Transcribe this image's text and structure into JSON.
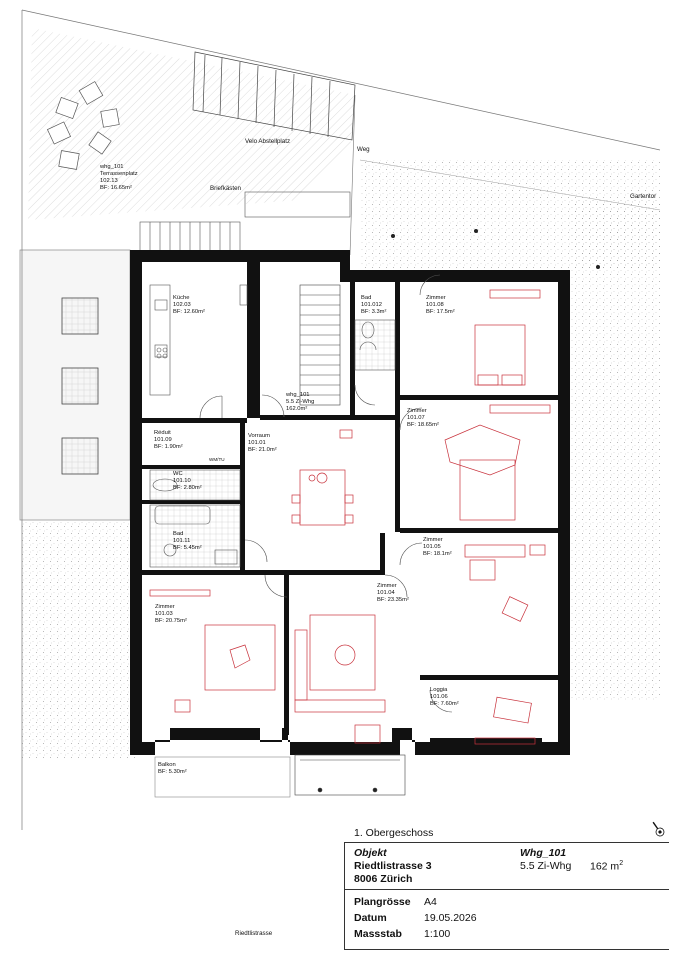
{
  "site": {
    "velo": "Velo Abstellplatz",
    "weg": "Weg",
    "briefkasten": "Briefkästen",
    "gartentor": "Gartentor",
    "street": "Riedtlistrasse"
  },
  "terrace": {
    "name": "whg_101",
    "label": "Terrassenplatz",
    "num": "102.13",
    "area": "BF: 16.65m²"
  },
  "rooms": {
    "kueche": {
      "name": "Küche",
      "num": "102.03",
      "area": "BF: 12.60m²"
    },
    "whg": {
      "name": "whg_101",
      "sub": "5.5 Zi-Whg",
      "area": "162.0m²"
    },
    "bad1": {
      "name": "Bad",
      "num": "101.012",
      "area": "BF: 3.3m²"
    },
    "z108": {
      "name": "Zimmer",
      "num": "101.08",
      "area": "BF: 17.5m²"
    },
    "reduit": {
      "name": "Réduit",
      "num": "101.09",
      "area": "BF: 1.90m²"
    },
    "wmtu": {
      "name": "WM/TU"
    },
    "vorraum": {
      "name": "Vorraum",
      "num": "101.01",
      "area": "BF: 21.0m²"
    },
    "z107": {
      "name": "Zimmer",
      "num": "101.07",
      "area": "BF: 18.65m²"
    },
    "wc": {
      "name": "WC",
      "num": "101.10",
      "area": "BF: 2.80m²"
    },
    "bad2": {
      "name": "Bad",
      "num": "101.11",
      "area": "BF: 5.45m²"
    },
    "z105": {
      "name": "Zimmer",
      "num": "101.05",
      "area": "BF: 18.1m²"
    },
    "z103": {
      "name": "Zimmer",
      "num": "101.03",
      "area": "BF: 20.75m²"
    },
    "z104": {
      "name": "Zimmer",
      "num": "101.04",
      "area": "BF: 23.35m²"
    },
    "loggia": {
      "name": "Loggia",
      "num": "101.06",
      "area": "BF: 7.60m²"
    },
    "balkon": {
      "name": "Balkon",
      "area": "BF: 5.30m²"
    }
  },
  "titleblock": {
    "floor": "1. Obergeschoss",
    "objekt_label": "Objekt",
    "address1": "Riedtlistrasse 3",
    "address2": "8006 Zürich",
    "unit_label": "Whg_101",
    "unit_type": "5.5 Zi-Whg",
    "unit_area": "162 m",
    "unit_area_sup": "2",
    "plangroesse_label": "Plangrösse",
    "plangroesse": "A4",
    "datum_label": "Datum",
    "datum": "19.05.2026",
    "massstab_label": "Massstab",
    "massstab": "1:100"
  },
  "colors": {
    "wall": "#111111",
    "furniture": "#c8323c",
    "line": "#555555"
  },
  "icons": {
    "north": "north-arrow-icon"
  }
}
